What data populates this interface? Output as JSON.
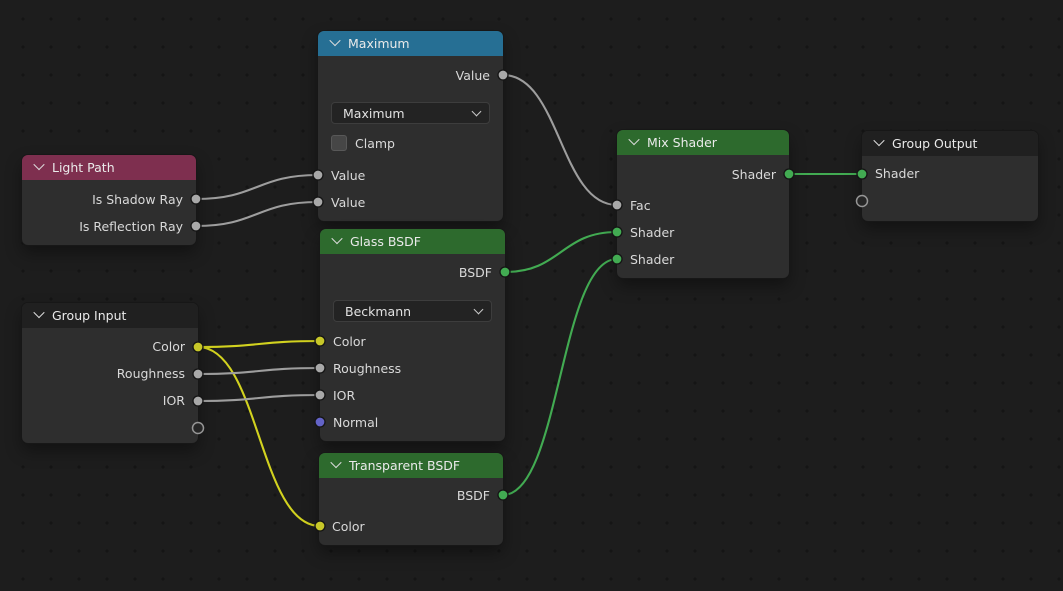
{
  "editor": {
    "app": "node-editor",
    "kind": "shader-node-graph"
  },
  "colors": {
    "background": "#1d1d1d",
    "node_body": "#2e2e2e",
    "header_blue": "#266f94",
    "header_red": "#7e2f4f",
    "header_green": "#2d6a2d",
    "header_group": "#202020",
    "socket_gray": "#a8a8a8",
    "socket_yellow": "#c7c729",
    "socket_green": "#42ab52",
    "socket_vector": "#6363c7",
    "wire_gray": "#9e9e9e",
    "wire_yellow": "#d2d21f",
    "wire_green": "#42ab52"
  },
  "nodes": {
    "light_path": {
      "title": "Light Path",
      "outputs": [
        "Is Shadow Ray",
        "Is Reflection Ray"
      ]
    },
    "maximum": {
      "title": "Maximum",
      "output": "Value",
      "operation": "Maximum",
      "clamp_label": "Clamp",
      "inputs": [
        "Value",
        "Value"
      ]
    },
    "group_input": {
      "title": "Group Input",
      "outputs": [
        "Color",
        "Roughness",
        "IOR"
      ]
    },
    "glass_bsdf": {
      "title": "Glass BSDF",
      "output": "BSDF",
      "distribution": "Beckmann",
      "inputs": [
        "Color",
        "Roughness",
        "IOR",
        "Normal"
      ]
    },
    "transparent_bsdf": {
      "title": "Transparent BSDF",
      "output": "BSDF",
      "inputs": [
        "Color"
      ]
    },
    "mix_shader": {
      "title": "Mix Shader",
      "output": "Shader",
      "inputs": [
        "Fac",
        "Shader",
        "Shader"
      ]
    },
    "group_output": {
      "title": "Group Output",
      "inputs": [
        "Shader"
      ]
    }
  },
  "connections": [
    {
      "from": "Light Path.Is Shadow Ray",
      "to": "Maximum.Value[0]",
      "color": "gray"
    },
    {
      "from": "Light Path.Is Reflection Ray",
      "to": "Maximum.Value[1]",
      "color": "gray"
    },
    {
      "from": "Maximum.Value",
      "to": "Mix Shader.Fac",
      "color": "gray"
    },
    {
      "from": "Group Input.Color",
      "to": "Glass BSDF.Color",
      "color": "yellow"
    },
    {
      "from": "Group Input.Color",
      "to": "Transparent BSDF.Color",
      "color": "yellow"
    },
    {
      "from": "Group Input.Roughness",
      "to": "Glass BSDF.Roughness",
      "color": "gray"
    },
    {
      "from": "Group Input.IOR",
      "to": "Glass BSDF.IOR",
      "color": "gray"
    },
    {
      "from": "Glass BSDF.BSDF",
      "to": "Mix Shader.Shader[0]",
      "color": "green"
    },
    {
      "from": "Transparent BSDF.BSDF",
      "to": "Mix Shader.Shader[1]",
      "color": "green"
    },
    {
      "from": "Mix Shader.Shader",
      "to": "Group Output.Shader",
      "color": "green"
    }
  ]
}
